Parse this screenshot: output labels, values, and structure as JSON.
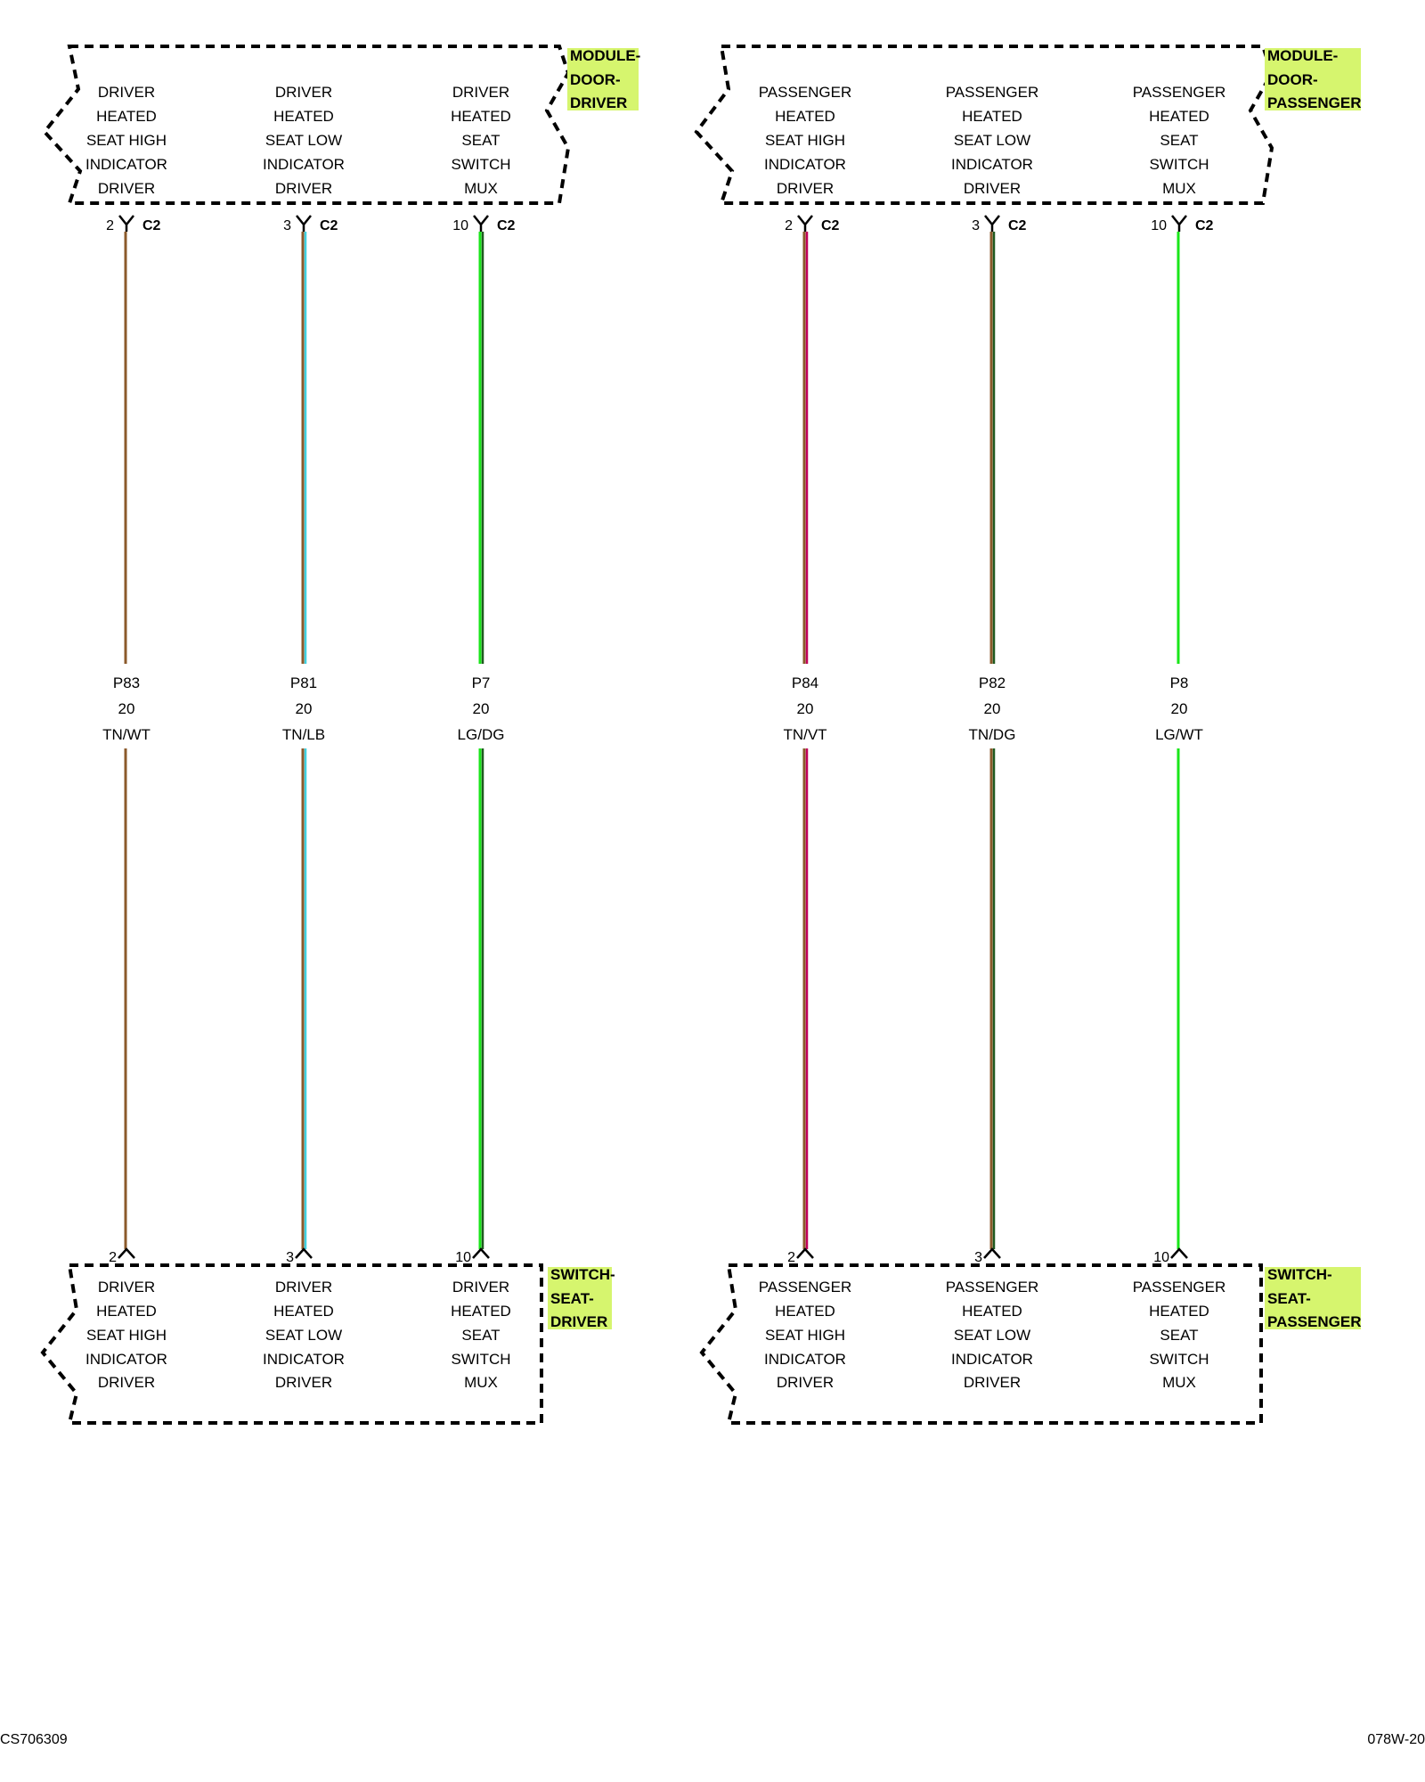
{
  "colors": {
    "tag_bg": "#d6f56e",
    "outline": "#000000",
    "TN": "#8b5a2b",
    "WT": "#ffffff",
    "LB": "#3fd0e0",
    "LG": "#19e619",
    "DG": "#1f5a1f",
    "VT": "#c0005a"
  },
  "components": [
    {
      "id": "module-door-driver",
      "tag": [
        "MODULE-",
        "DOOR-",
        "DRIVER"
      ],
      "position_word": "top-left",
      "connector": "C2",
      "pins": [
        {
          "pin": "2",
          "label": [
            "DRIVER",
            "HEATED",
            "SEAT HIGH",
            "INDICATOR",
            "DRIVER"
          ]
        },
        {
          "pin": "3",
          "label": [
            "DRIVER",
            "HEATED",
            "SEAT LOW",
            "INDICATOR",
            "DRIVER"
          ]
        },
        {
          "pin": "10",
          "label": [
            "DRIVER",
            "HEATED",
            "SEAT",
            "SWITCH",
            "MUX"
          ]
        }
      ]
    },
    {
      "id": "module-door-passenger",
      "tag": [
        "MODULE-",
        "DOOR-",
        "PASSENGER"
      ],
      "position_word": "top-right",
      "connector": "C2",
      "pins": [
        {
          "pin": "2",
          "label": [
            "PASSENGER",
            "HEATED",
            "SEAT HIGH",
            "INDICATOR",
            "DRIVER"
          ]
        },
        {
          "pin": "3",
          "label": [
            "PASSENGER",
            "HEATED",
            "SEAT LOW",
            "INDICATOR",
            "DRIVER"
          ]
        },
        {
          "pin": "10",
          "label": [
            "PASSENGER",
            "HEATED",
            "SEAT",
            "SWITCH",
            "MUX"
          ]
        }
      ]
    },
    {
      "id": "switch-seat-driver",
      "tag": [
        "SWITCH-",
        "SEAT-",
        "DRIVER"
      ],
      "position_word": "bottom-left",
      "connector": "",
      "pins": [
        {
          "pin": "2",
          "label": [
            "DRIVER",
            "HEATED",
            "SEAT HIGH",
            "INDICATOR",
            "DRIVER"
          ]
        },
        {
          "pin": "3",
          "label": [
            "DRIVER",
            "HEATED",
            "SEAT LOW",
            "INDICATOR",
            "DRIVER"
          ]
        },
        {
          "pin": "10",
          "label": [
            "DRIVER",
            "HEATED",
            "SEAT",
            "SWITCH",
            "MUX"
          ]
        }
      ]
    },
    {
      "id": "switch-seat-passenger",
      "tag": [
        "SWITCH-",
        "SEAT-",
        "PASSENGER"
      ],
      "position_word": "bottom-right",
      "connector": "",
      "pins": [
        {
          "pin": "2",
          "label": [
            "PASSENGER",
            "HEATED",
            "SEAT HIGH",
            "INDICATOR",
            "DRIVER"
          ]
        },
        {
          "pin": "3",
          "label": [
            "PASSENGER",
            "HEATED",
            "SEAT LOW",
            "INDICATOR",
            "DRIVER"
          ]
        },
        {
          "pin": "10",
          "label": [
            "PASSENGER",
            "HEATED",
            "SEAT",
            "SWITCH",
            "MUX"
          ]
        }
      ]
    }
  ],
  "wires": [
    {
      "circuit": "P83",
      "gauge": "20",
      "color": "TN/WT",
      "base": "TN",
      "stripe": "WT",
      "from": "module-door-driver",
      "to": "switch-seat-driver",
      "pin": "2"
    },
    {
      "circuit": "P81",
      "gauge": "20",
      "color": "TN/LB",
      "base": "TN",
      "stripe": "LB",
      "from": "module-door-driver",
      "to": "switch-seat-driver",
      "pin": "3"
    },
    {
      "circuit": "P7",
      "gauge": "20",
      "color": "LG/DG",
      "base": "LG",
      "stripe": "DG",
      "from": "module-door-driver",
      "to": "switch-seat-driver",
      "pin": "10"
    },
    {
      "circuit": "P84",
      "gauge": "20",
      "color": "TN/VT",
      "base": "TN",
      "stripe": "VT",
      "from": "module-door-passenger",
      "to": "switch-seat-passenger",
      "pin": "2"
    },
    {
      "circuit": "P82",
      "gauge": "20",
      "color": "TN/DG",
      "base": "TN",
      "stripe": "DG",
      "from": "module-door-passenger",
      "to": "switch-seat-passenger",
      "pin": "3"
    },
    {
      "circuit": "P8",
      "gauge": "20",
      "color": "LG/WT",
      "base": "LG",
      "stripe": "WT",
      "from": "module-door-passenger",
      "to": "switch-seat-passenger",
      "pin": "10"
    }
  ],
  "footer": {
    "left": "CS706309",
    "right": "078W-20"
  }
}
